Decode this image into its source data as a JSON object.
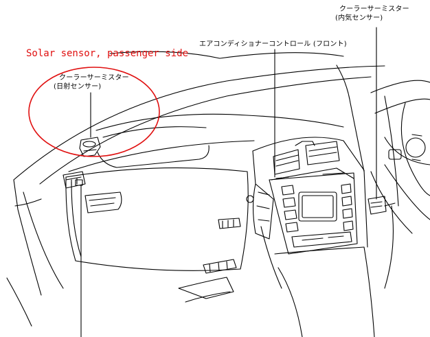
{
  "annotation": {
    "text": "Solar sensor, passenger side",
    "color": "#e01010"
  },
  "labels": {
    "solar_sensor_line1": "クーラーサーミスター",
    "solar_sensor_line2": "(日射センサー)",
    "ac_control": "エアコンディショナーコントロール (フロント)",
    "interior_sensor_line1": "クーラーサーミスター",
    "interior_sensor_line2": "(内気センサー)"
  },
  "colors": {
    "line": "#000000",
    "background": "#ffffff"
  }
}
